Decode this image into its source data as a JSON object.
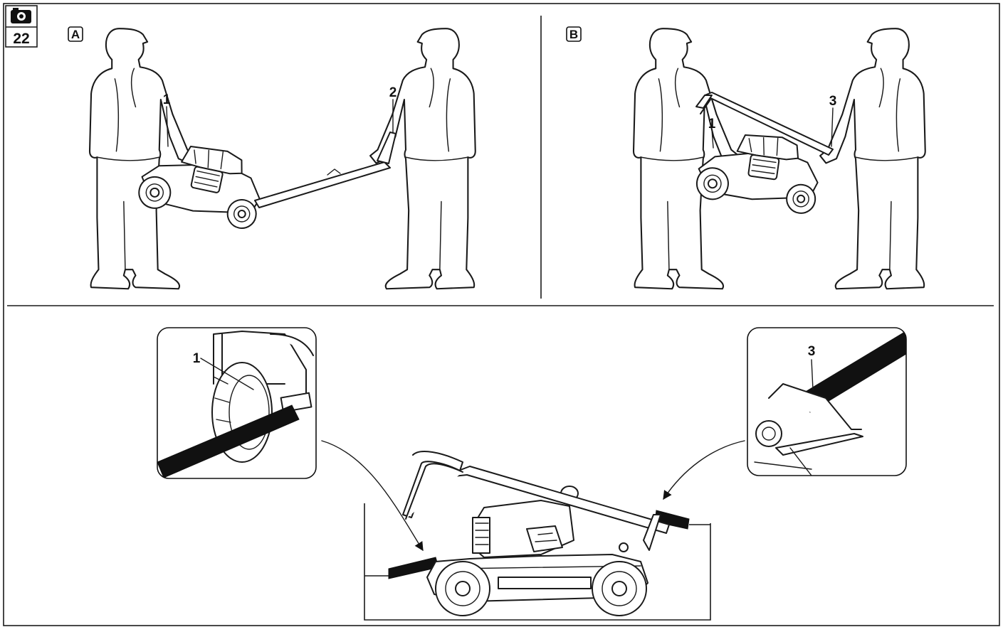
{
  "figure": {
    "number": "22",
    "icon": "camera-icon"
  },
  "panels": [
    {
      "id": "A",
      "label": "A"
    },
    {
      "id": "B",
      "label": "B"
    }
  ],
  "callouts": {
    "a_front_grip": "1",
    "a_handle_grip": "2",
    "b_front_grip": "1",
    "b_handle_grip": "3",
    "detail_left": "1",
    "detail_right": "3"
  },
  "colors": {
    "ink": "#111111",
    "paper": "#ffffff"
  }
}
